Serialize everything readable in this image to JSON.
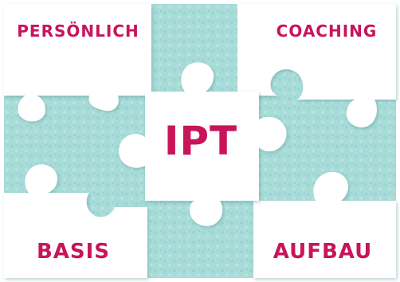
{
  "labels": {
    "top_left": "PERSÖNLICH",
    "top_right": "COACHING",
    "center": "IPT",
    "bottom_left": "BASIS",
    "bottom_right": "AUFBAU"
  },
  "colors": {
    "background_teal": "#a9dcd9",
    "background_teal_dark": "#7cc6c4",
    "piece_fill": "#ffffff",
    "text_magenta": "#c8145a"
  }
}
